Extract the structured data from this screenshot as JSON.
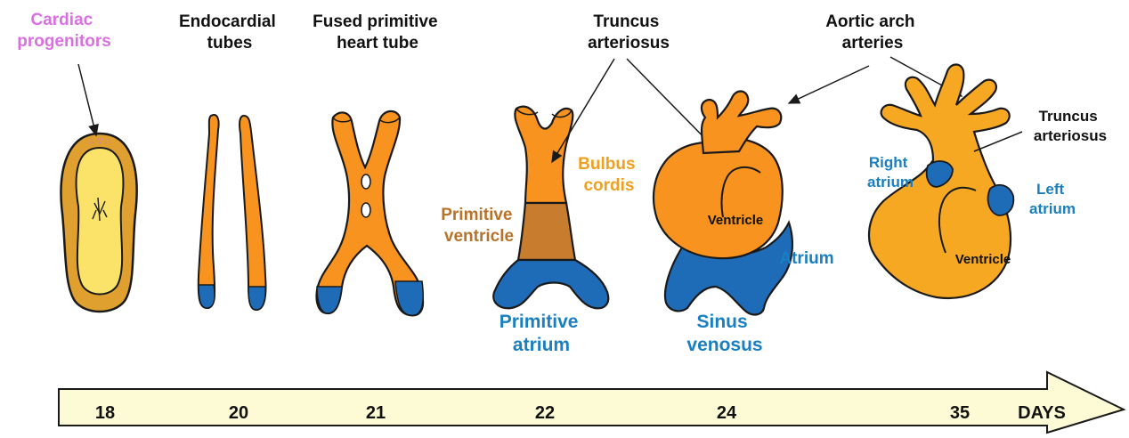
{
  "colors": {
    "tube_orange": "#f7931e",
    "stroke": "#1a1a1a",
    "atrium_blue": "#1e6bb8",
    "ventricle_brown": "#c87d2e",
    "disc_outer": "#e0a030",
    "disc_inner": "#fbe36a",
    "progenitor_pink": "#d96fe0",
    "bulbus_label": "#f0a020",
    "blue_label": "#1a7fc0",
    "brown_label": "#b8732a",
    "timeline_fill": "#fdfbd6"
  },
  "stages": {
    "s18": {
      "label": [
        "Cardiac",
        "progenitors"
      ]
    },
    "s20": {
      "label": [
        "Endocardial",
        "tubes"
      ]
    },
    "s21": {
      "label": [
        "Fused primitive",
        "heart tube"
      ]
    },
    "s22": {
      "label_truncus": [
        "Truncus",
        "arteriosus"
      ],
      "bulbus": [
        "Bulbus",
        "cordis"
      ],
      "ventricle": [
        "Primitive",
        "ventricle"
      ],
      "atrium": [
        "Primitive",
        "atrium"
      ]
    },
    "s24": {
      "ventricle": "Ventricle",
      "atrium": "Atrium",
      "sinus": [
        "Sinus",
        "venosus"
      ]
    },
    "s35": {
      "aortic": [
        "Aortic arch",
        "arteries"
      ],
      "truncus": [
        "Truncus",
        "arteriosus"
      ],
      "right_atrium": [
        "Right",
        "atrium"
      ],
      "left_atrium": [
        "Left",
        "atrium"
      ],
      "ventricle": "Ventricle"
    }
  },
  "timeline": {
    "days": [
      "18",
      "20",
      "21",
      "22",
      "24",
      "35"
    ],
    "unit": "DAYS"
  }
}
